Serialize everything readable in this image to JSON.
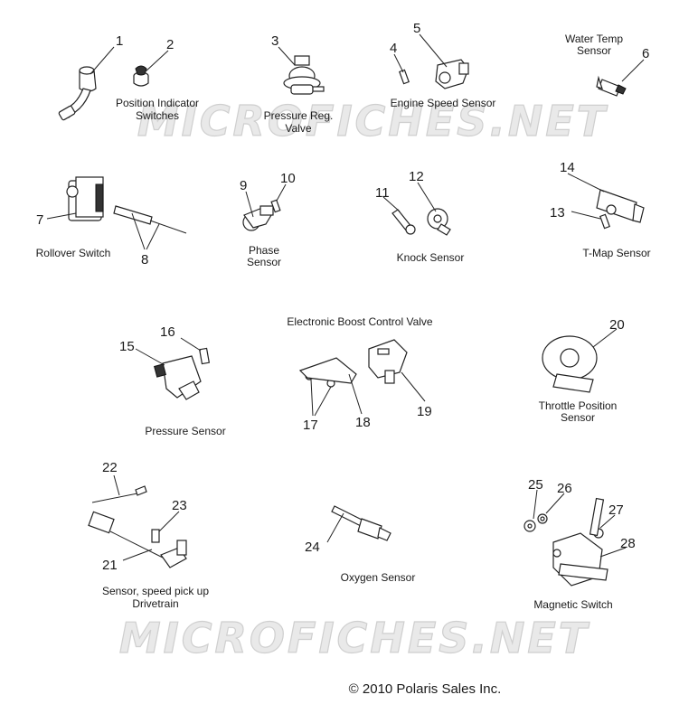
{
  "watermark": "MICROFICHES.NET",
  "copyright": "© 2010 Polaris Sales Inc.",
  "callouts": [
    "1",
    "2",
    "3",
    "4",
    "5",
    "6",
    "7",
    "8",
    "9",
    "10",
    "11",
    "12",
    "13",
    "14",
    "15",
    "16",
    "17",
    "18",
    "19",
    "20",
    "21",
    "22",
    "23",
    "24",
    "25",
    "26",
    "27",
    "28"
  ],
  "labels": {
    "position_indicator_line1": "Position Indicator",
    "position_indicator_line2": "Switches",
    "pressure_reg_line1": "Pressure Reg.",
    "pressure_reg_line2": "Valve",
    "engine_speed": "Engine Speed Sensor",
    "water_temp_line1": "Water Temp",
    "water_temp_line2": "Sensor",
    "rollover": "Rollover Switch",
    "phase_line1": "Phase",
    "phase_line2": "Sensor",
    "knock": "Knock Sensor",
    "tmap": "T-Map Sensor",
    "boost_valve": "Electronic Boost Control Valve",
    "pressure_sensor": "Pressure Sensor",
    "throttle_line1": "Throttle Position",
    "throttle_line2": "Sensor",
    "speed_pickup_line1": "Sensor, speed pick up",
    "speed_pickup_line2": "Drivetrain",
    "oxygen": "Oxygen Sensor",
    "magnetic": "Magnetic Switch"
  }
}
